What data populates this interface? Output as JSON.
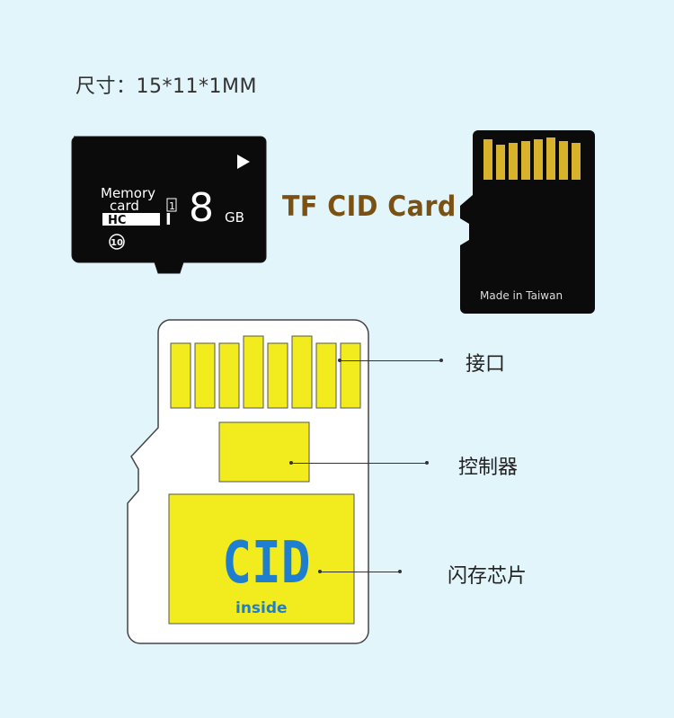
{
  "header": {
    "size_text": "尺寸：15*11*1MM"
  },
  "title": "TF CID Card",
  "card_front": {
    "brand_line1": "Memory",
    "brand_line2": "card",
    "class_mark": "1",
    "hc_text": "HC",
    "type_text": "I",
    "capacity": "8",
    "unit": "GB",
    "speed_class": "10"
  },
  "card_back": {
    "made_in": "Made in Taiwan"
  },
  "diagram": {
    "chip_text": "CID",
    "chip_subtext": "inside",
    "labels": {
      "interface": "接口",
      "controller": "控制器",
      "flash": "闪存芯片"
    }
  },
  "colors": {
    "background": "#e2f5fb",
    "card_black": "#0b0b0b",
    "contact_gold": "#d7b22a",
    "diagram_yellow": "#f2ec1e",
    "cid_blue": "#1e7fd0",
    "title_brown": "#7a5112"
  }
}
